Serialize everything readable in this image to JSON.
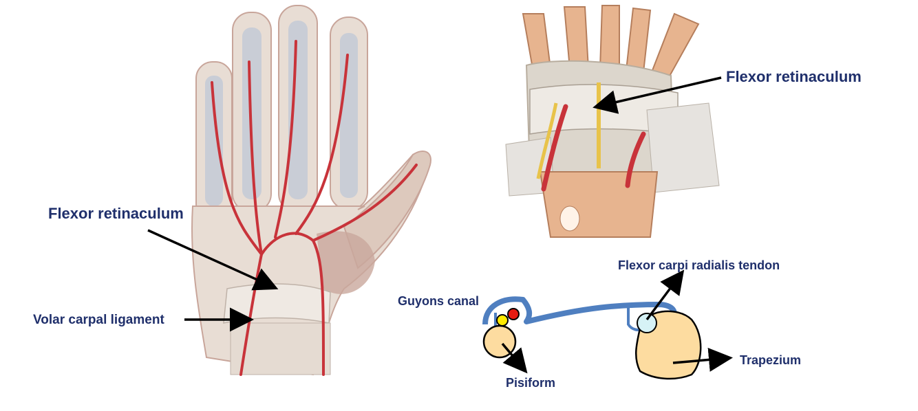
{
  "labels": {
    "flexor_retinaculum_left": "Flexor retinaculum",
    "volar_carpal_ligament": "Volar carpal ligament",
    "flexor_retinaculum_right": "Flexor retinaculum",
    "flexor_carpi_radialis_tendon": "Flexor carpi radialis tendon",
    "guyons_canal": "Guyons canal",
    "pisiform": "Pisiform",
    "trapezium": "Trapezium"
  },
  "colors": {
    "label_text": "#1f2f6b",
    "arrow": "#000000",
    "retinaculum_band": "#4f7fc0",
    "bone_fill": "#fddca0",
    "tendon_fill": "#d6f2f6",
    "nerve_yellow": "#ffea00",
    "artery_red": "#e51b12",
    "skin": "#e8ddd4",
    "artery": "#c8333a",
    "tendon_sheath": "#c9cdd6",
    "radius_bone": "#e7b48f"
  },
  "icons": {
    "left_illustration": "palmar-hand-anatomy-illustration",
    "right_illustration": "carpal-tunnel-anatomy-illustration",
    "schematic": "wrist-cross-section-schematic"
  }
}
